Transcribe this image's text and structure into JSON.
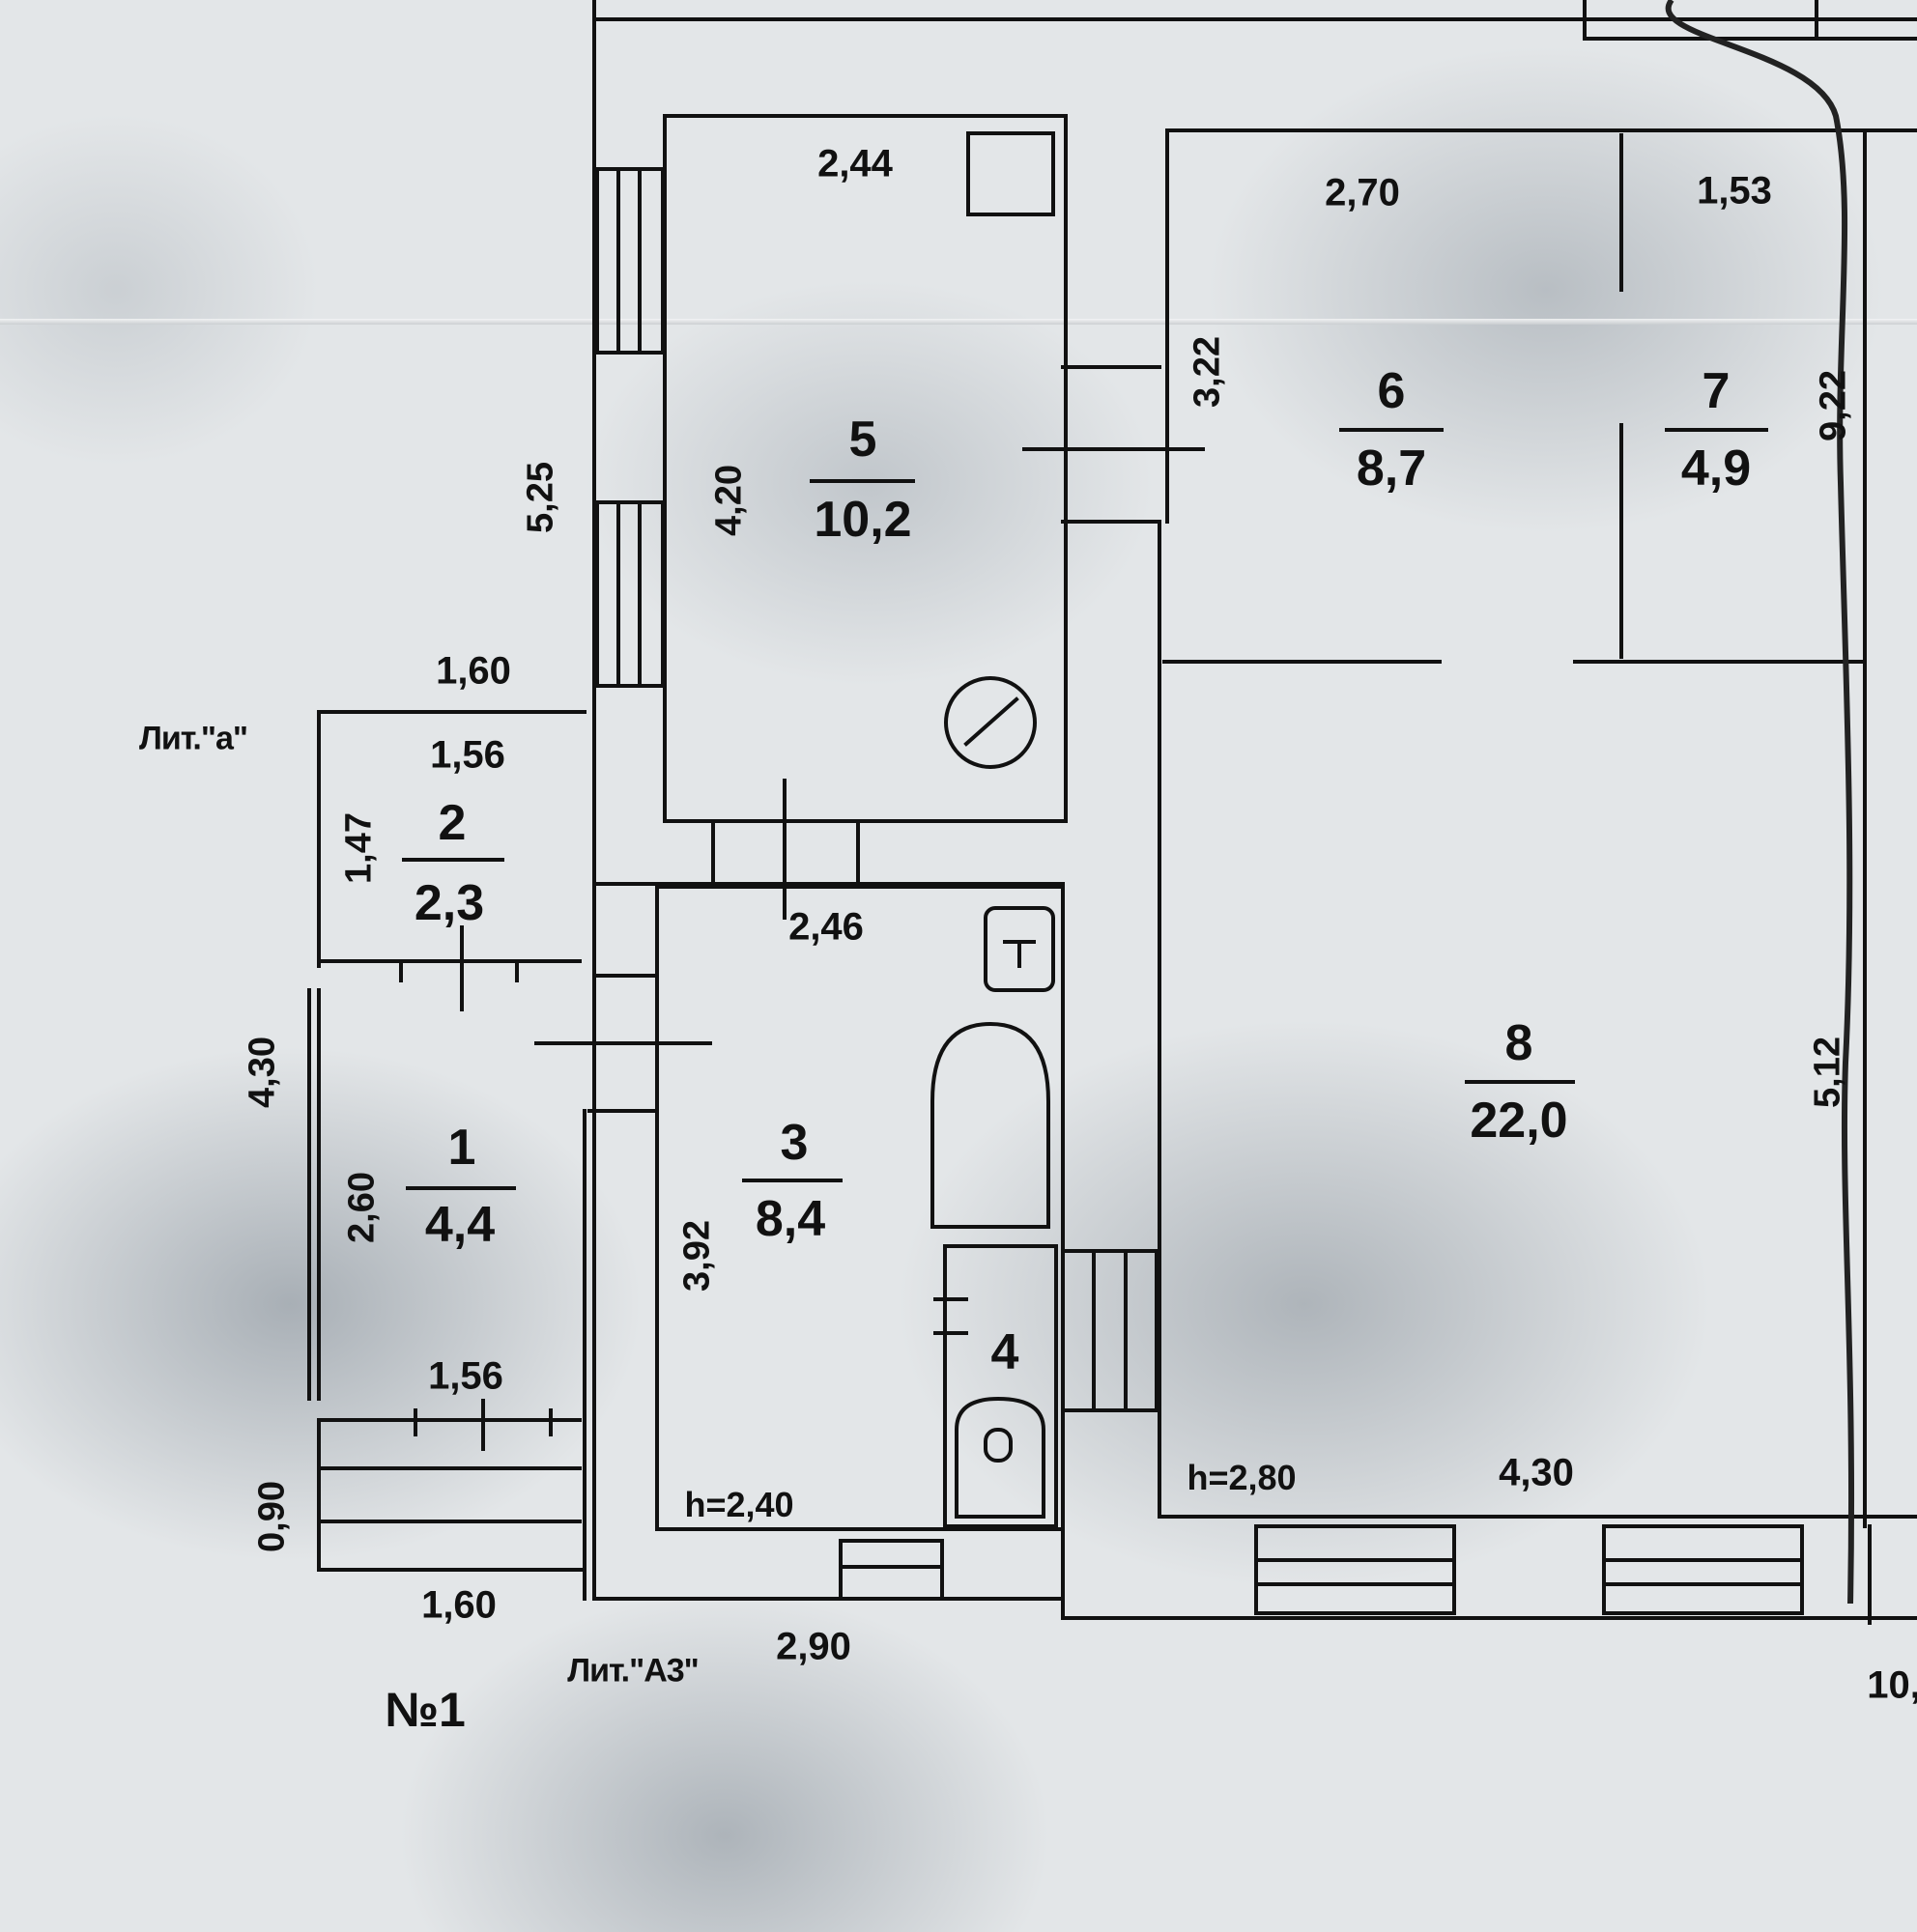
{
  "plan_number": "№1",
  "literas": {
    "a": "Лит.\"а\"",
    "a3": "Лит.\"А3\""
  },
  "rooms": [
    {
      "number": "1",
      "area": "4,4"
    },
    {
      "number": "2",
      "area": "2,3"
    },
    {
      "number": "3",
      "area": "8,4"
    },
    {
      "number": "4",
      "area": ""
    },
    {
      "number": "5",
      "area": "10,2"
    },
    {
      "number": "6",
      "area": "8,7"
    },
    {
      "number": "7",
      "area": "4,9"
    },
    {
      "number": "8",
      "area": "22,0"
    }
  ],
  "dimensions": {
    "room5_width": "2,44",
    "room6_width": "2,70",
    "room7_width": "1,53",
    "room5_height": "4,20",
    "corridor_height": "5,25",
    "room6_height": "3,22",
    "right_wall_height": "9,22",
    "lit_a_width_top": "1,60",
    "room2_width": "1,56",
    "room2_height": "1,47",
    "room3_width": "2,46",
    "lit_a_height": "4,30",
    "room1_height": "2,60",
    "room3_height": "3,92",
    "room1_width": "1,56",
    "porch_height": "0,90",
    "lit_a_width_bottom": "1,60",
    "a3_width": "2,90",
    "room8_height": "5,12",
    "room8_width": "4,30",
    "total_width_partial": "10,"
  },
  "ceiling_heights": {
    "room3": "h=2,40",
    "room8": "h=2,80"
  },
  "colors": {
    "ink": "#111111",
    "paper": "#e3e6e8"
  }
}
